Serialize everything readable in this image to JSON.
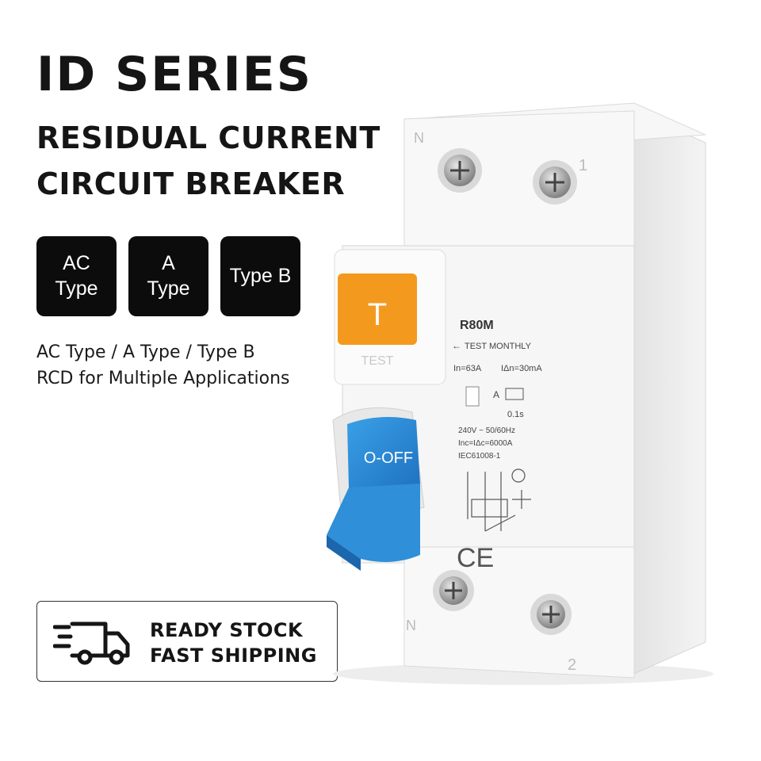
{
  "header": {
    "title": "ID SERIES",
    "subtitle_line1": "RESIDUAL CURRENT",
    "subtitle_line2": "CIRCUIT BREAKER"
  },
  "badges": [
    {
      "line1": "AC",
      "line2": "Type"
    },
    {
      "line1": "A",
      "line2": "Type"
    },
    {
      "line1": "Type B",
      "line2": ""
    }
  ],
  "description": {
    "line1": "AC Type / A Type / Type B",
    "line2": "RCD for Multiple Applications"
  },
  "shipping": {
    "icon": "delivery-truck-icon",
    "line1": "READY STOCK",
    "line2": "FAST SHIPPING"
  },
  "product": {
    "terminal_top_left": "N",
    "terminal_top_right": "1",
    "terminal_bottom_left": "N",
    "terminal_bottom_right": "2",
    "test_button_letter": "T",
    "test_button_label": "TEST",
    "model": "R80M",
    "test_monthly": "TEST MONTHLY",
    "rated_current": "In=63A",
    "residual_current": "IΔn=30mA",
    "type_letter": "A",
    "trip_time": "0.1s",
    "voltage": "240V ~ 50/60Hz",
    "short_circuit": "Inc=IΔc=6000A",
    "standard": "IEC61008-1",
    "switch_label": "O-OFF",
    "ce_mark": "CE",
    "colors": {
      "test_button": "#f39a1e",
      "switch": "#2f8fd8",
      "body": "#f4f4f4"
    }
  }
}
